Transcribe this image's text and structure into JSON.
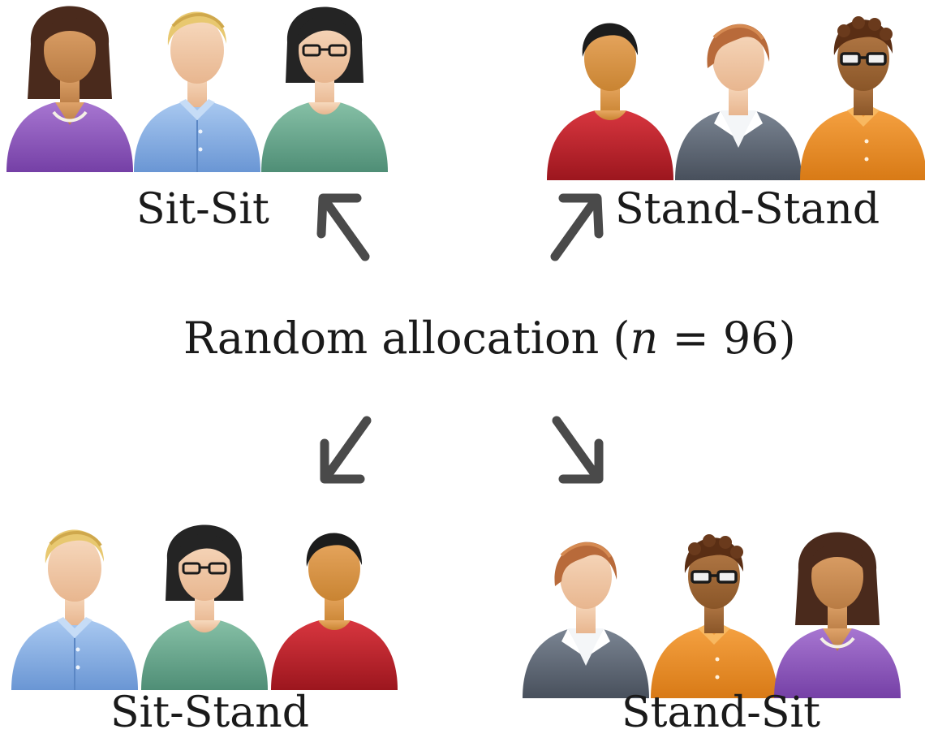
{
  "groups": {
    "sit_sit": {
      "label": "Sit-Sit",
      "people": [
        "woman-purple",
        "man-blonde-blue",
        "woman-glasses-teal"
      ]
    },
    "stand_stand": {
      "label": "Stand-Stand",
      "people": [
        "man-red",
        "woman-suit-gray",
        "man-glasses-orange"
      ]
    },
    "sit_stand": {
      "label": "Sit-Stand",
      "people": [
        "man-blonde-blue",
        "woman-glasses-teal",
        "man-red"
      ]
    },
    "stand_sit": {
      "label": "Stand-Sit",
      "people": [
        "woman-suit-gray",
        "man-glasses-orange",
        "woman-purple"
      ]
    }
  },
  "center": {
    "text_before": "Random allocation (",
    "variable": "n",
    "text_after": " = 96)"
  },
  "colors": {
    "arrow": "#4a4a4a",
    "text": "#1a1a1a"
  }
}
